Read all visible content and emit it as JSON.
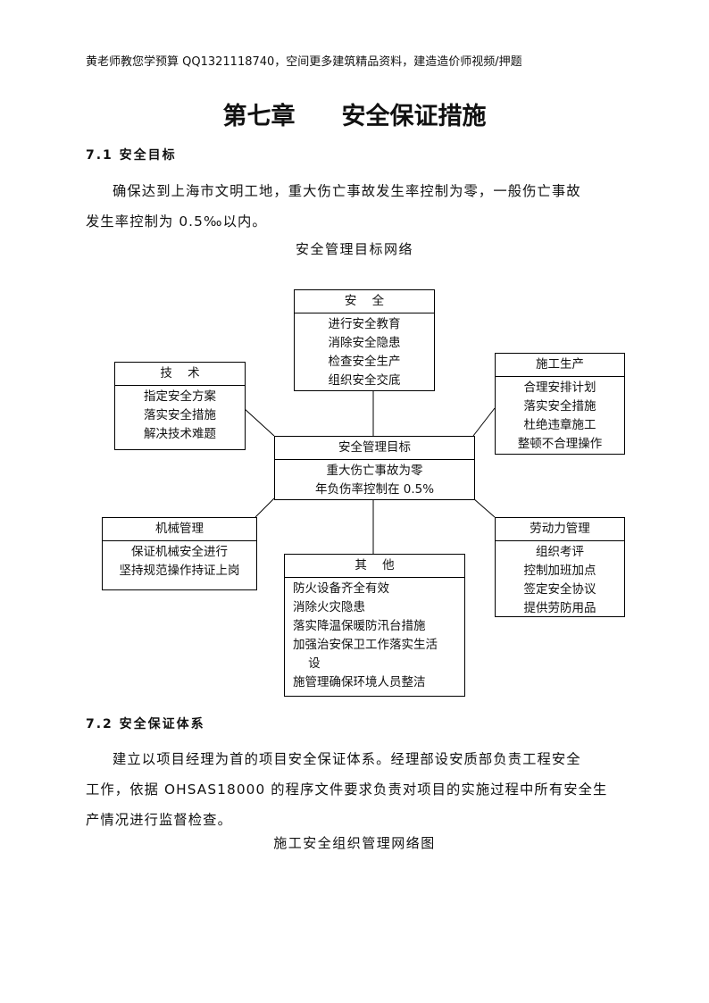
{
  "header_note": "黄老师教您学预算 QQ1321118740，空间更多建筑精品资料，建造造价师视频/押题",
  "chapter": {
    "number": "第七章",
    "title": "安全保证措施"
  },
  "section1": {
    "heading": "7.1 安全目标",
    "paragraph_line1": "确保达到上海市文明工地，重大伤亡事故发生率控制为零，一般伤亡事故",
    "paragraph_line2": "发生率控制为 0.5‰以内。",
    "diagram_caption": "安全管理目标网络"
  },
  "diagram": {
    "center": {
      "title": "安全管理目标",
      "items": [
        "重大伤亡事故为零",
        "年负伤率控制在 0.5%"
      ]
    },
    "safety": {
      "title": "安    全",
      "items": [
        "进行安全教育",
        "消除安全隐患",
        "检查安全生产",
        "组织安全交底"
      ]
    },
    "technology": {
      "title": "技    术",
      "items": [
        "指定安全方案",
        "落实安全措施",
        "解决技术难题"
      ]
    },
    "construction": {
      "title": "施工生产",
      "items": [
        "合理安排计划",
        "落实安全措施",
        "杜绝违章施工",
        "整顿不合理操作"
      ]
    },
    "machinery": {
      "title": "机械管理",
      "items": [
        "保证机械安全进行",
        "坚持规范操作持证上岗"
      ]
    },
    "labor": {
      "title": "劳动力管理",
      "items": [
        "组织考评",
        "控制加班加点",
        "签定安全协议",
        "提供劳防用品"
      ]
    },
    "other": {
      "title": "其    他",
      "items": [
        "防火设备齐全有效",
        "消除火灾隐患",
        "落实降温保暖防汛台措施",
        "加强治安保卫工作落实生活",
        "    设",
        "施管理确保环境人员整洁"
      ]
    }
  },
  "section2": {
    "heading": "7.2 安全保证体系",
    "paragraph_line1": "建立以项目经理为首的项目安全保证体系。经理部设安质部负责工程安全",
    "paragraph_line2": "工作，依据 OHSAS18000 的程序文件要求负责对项目的实施过程中所有安全生",
    "paragraph_line3": "产情况进行监督检查。",
    "caption": "施工安全组织管理网络图"
  }
}
